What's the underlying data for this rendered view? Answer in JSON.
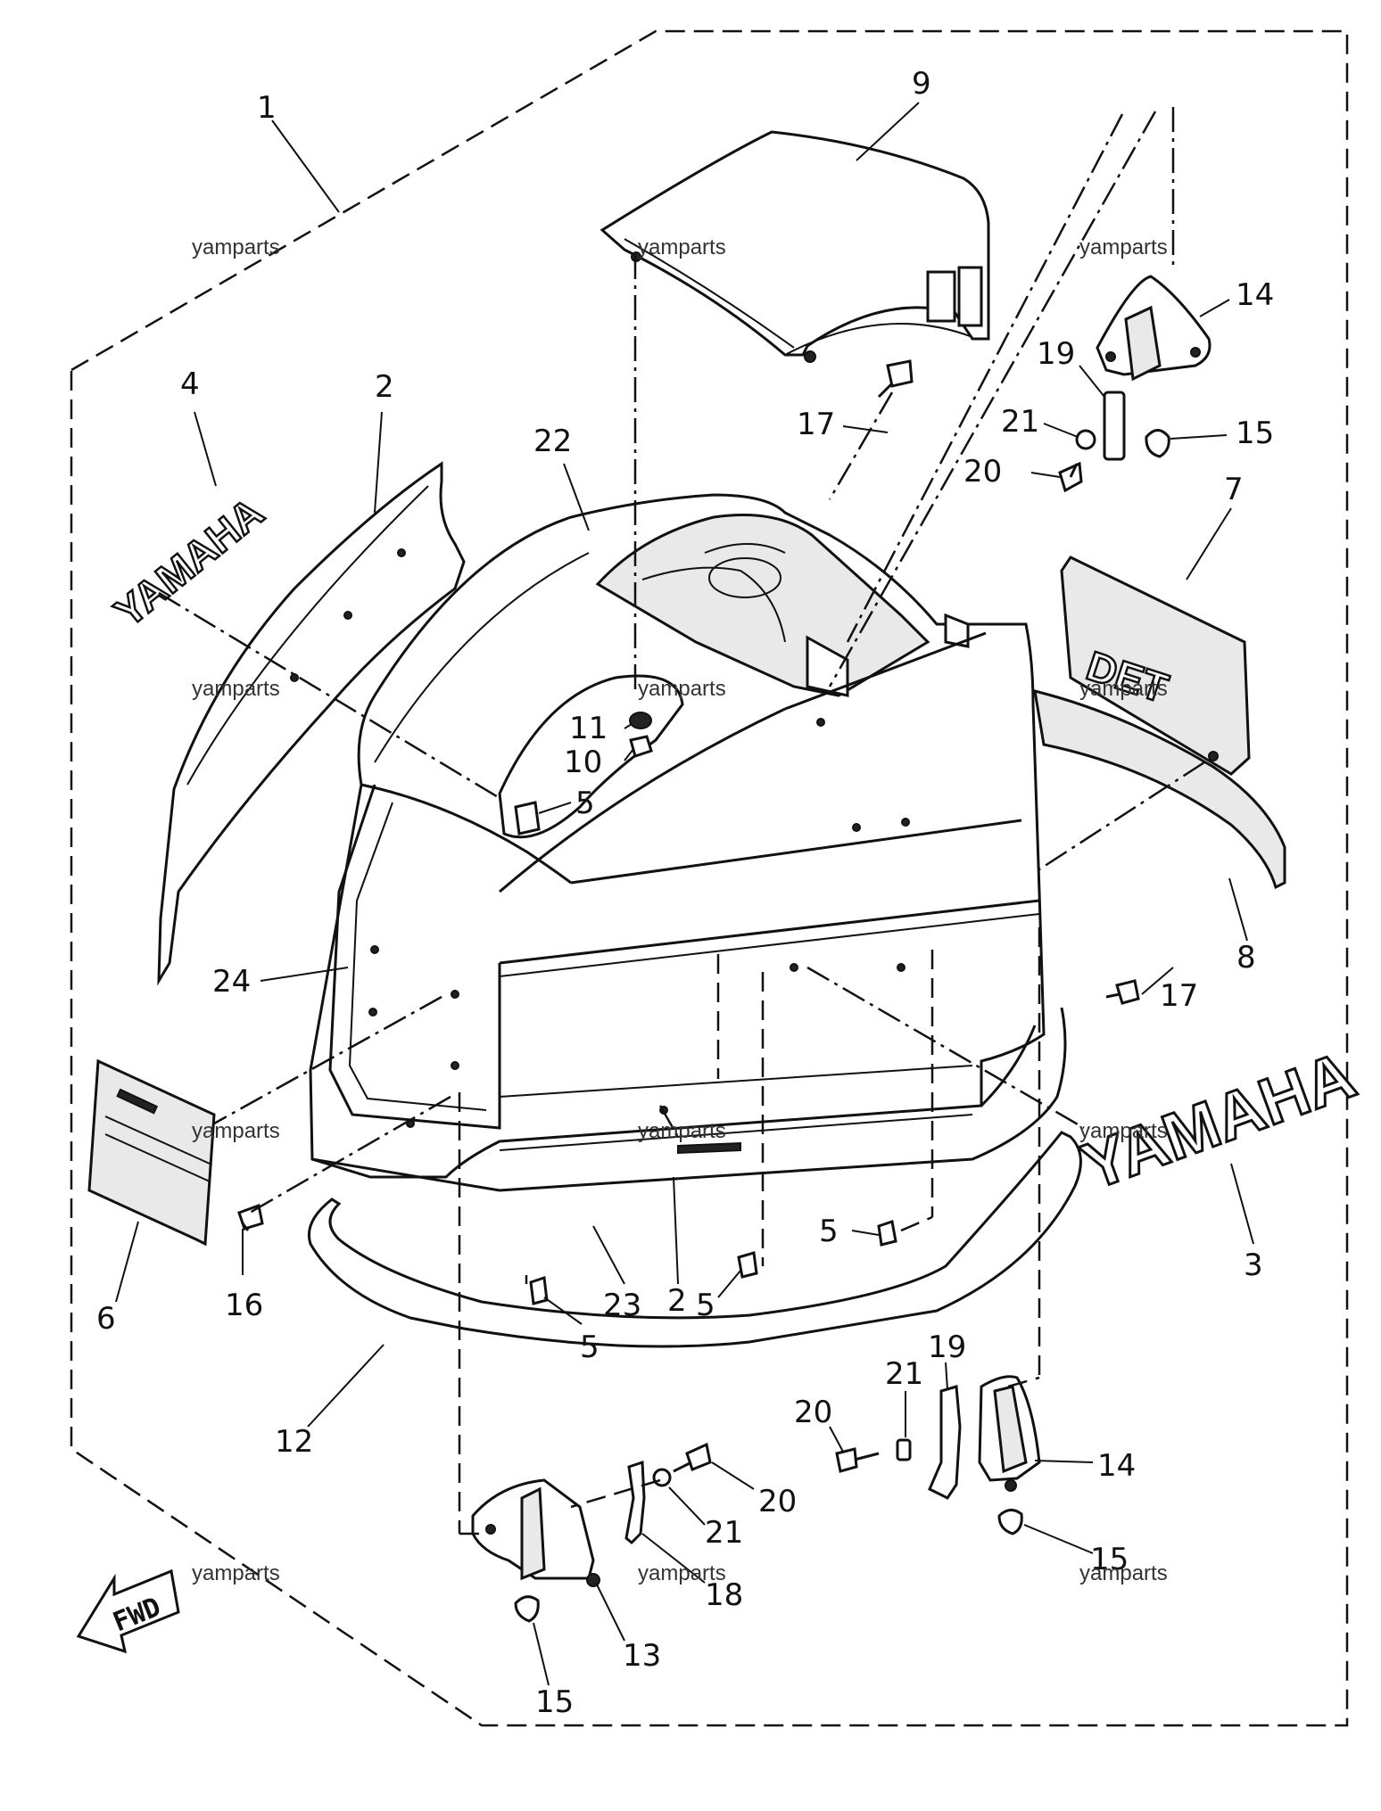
{
  "diagram": {
    "callouts": [
      {
        "id": "c1",
        "label": "1"
      },
      {
        "id": "c9",
        "label": "9"
      },
      {
        "id": "c14a",
        "label": "14"
      },
      {
        "id": "c19a",
        "label": "19"
      },
      {
        "id": "c21a",
        "label": "21"
      },
      {
        "id": "c15a",
        "label": "15"
      },
      {
        "id": "c20a",
        "label": "20"
      },
      {
        "id": "c17a",
        "label": "17"
      },
      {
        "id": "c4",
        "label": "4"
      },
      {
        "id": "c2a",
        "label": "2"
      },
      {
        "id": "c22",
        "label": "22"
      },
      {
        "id": "c7",
        "label": "7"
      },
      {
        "id": "c11",
        "label": "11"
      },
      {
        "id": "c10",
        "label": "10"
      },
      {
        "id": "c5a",
        "label": "5"
      },
      {
        "id": "c8",
        "label": "8"
      },
      {
        "id": "c24",
        "label": "24"
      },
      {
        "id": "c17b",
        "label": "17"
      },
      {
        "id": "c3",
        "label": "3"
      },
      {
        "id": "c6",
        "label": "6"
      },
      {
        "id": "c16",
        "label": "16"
      },
      {
        "id": "c5b",
        "label": "5"
      },
      {
        "id": "c23",
        "label": "23"
      },
      {
        "id": "c2b",
        "label": "2"
      },
      {
        "id": "c5c",
        "label": "5"
      },
      {
        "id": "c5d",
        "label": "5"
      },
      {
        "id": "c12",
        "label": "12"
      },
      {
        "id": "c20b",
        "label": "20"
      },
      {
        "id": "c21b",
        "label": "21"
      },
      {
        "id": "c19b",
        "label": "19"
      },
      {
        "id": "c14b",
        "label": "14"
      },
      {
        "id": "c20c",
        "label": "20"
      },
      {
        "id": "c21c",
        "label": "21"
      },
      {
        "id": "c18",
        "label": "18"
      },
      {
        "id": "c15b",
        "label": "15"
      },
      {
        "id": "c13",
        "label": "13"
      },
      {
        "id": "c15c",
        "label": "15"
      }
    ],
    "watermark": "yamparts",
    "fwd_label": "FWD",
    "decal_yamaha": "YAMAHA",
    "decal_det": "DET"
  }
}
